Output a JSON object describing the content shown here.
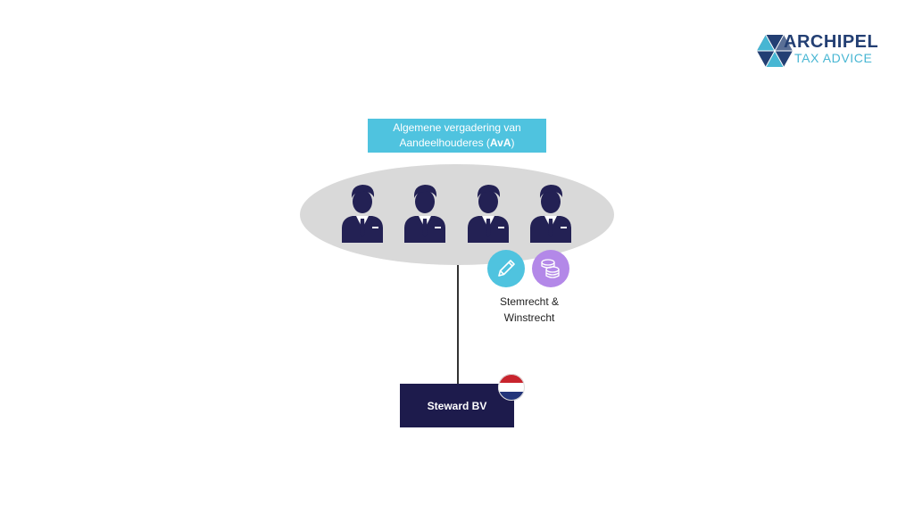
{
  "logo": {
    "title": "ARCHIPEL",
    "subtitle": "TAX ADVICE",
    "colors": {
      "primary": "#233f73",
      "accent": "#47b6d3"
    }
  },
  "avA": {
    "line1": "Algemene vergadering van",
    "line2_prefix": "Aandeelhouderes (",
    "line2_bold": "AvA",
    "line2_suffix": ")"
  },
  "shareholders": [
    {
      "icon": "businessman-icon"
    },
    {
      "icon": "businessman-icon"
    },
    {
      "icon": "businessman-icon"
    },
    {
      "icon": "businessman-icon"
    }
  ],
  "rights": {
    "icons": [
      "pencil-icon",
      "coins-icon"
    ],
    "line1": "Stemrecht &",
    "line2": "Winstrecht"
  },
  "company": {
    "name": "Steward BV",
    "flag": "netherlands-flag-icon"
  },
  "colors": {
    "cyan": "#4fc3df",
    "lilac": "#b388e8",
    "navy": "#1d1b4c",
    "grey": "#d9d9d9"
  }
}
